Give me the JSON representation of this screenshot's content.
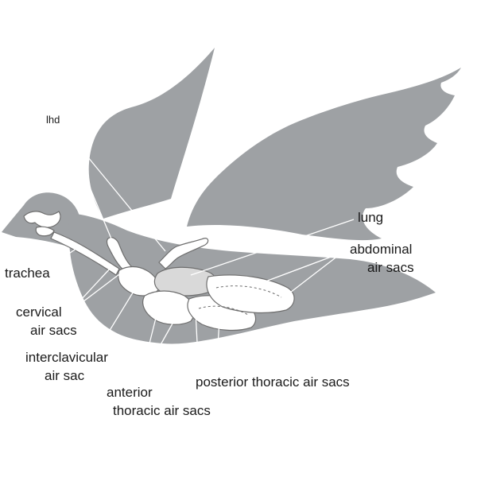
{
  "labels": {
    "ihd": "lhd",
    "lung": "lung",
    "abdominal_1": "abdominal",
    "abdominal_2": "air sacs",
    "trachea": "trachea",
    "cervical_1": "cervical",
    "cervical_2": "air sacs",
    "interclavicular_1": "interclavicular",
    "interclavicular_2": "air sac",
    "anterior_1": "anterior",
    "anterior_2": "thoracic air sacs",
    "posterior": "posterior thoracic air sacs"
  },
  "colors": {
    "silhouette": "#9ea1a4",
    "organ_fill": "#ffffff",
    "organ_shade": "#d9d9d9",
    "outline": "#6e6e6e",
    "text": "#1a1a1a"
  }
}
